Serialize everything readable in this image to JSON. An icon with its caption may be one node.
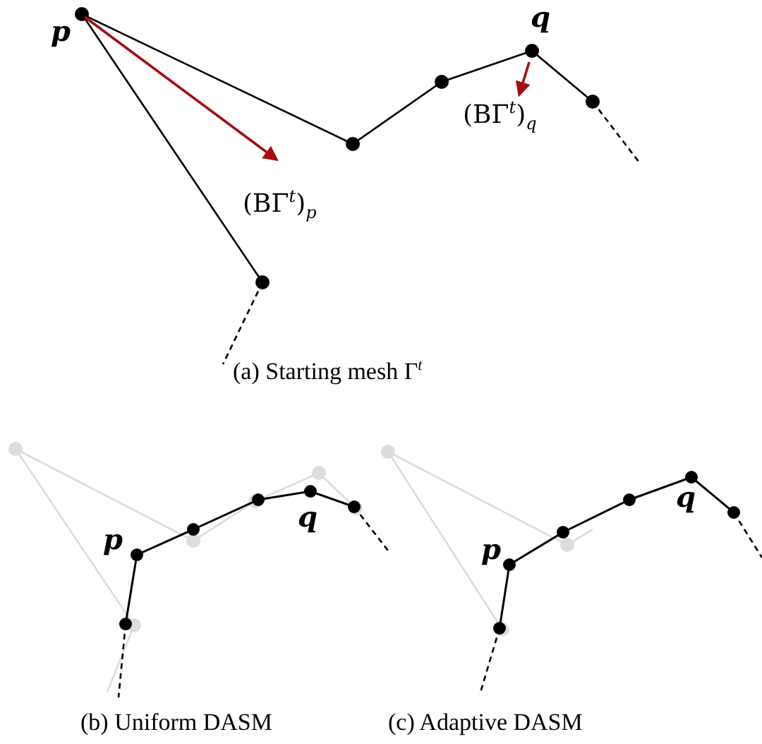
{
  "diagram": {
    "labels": [
      "p",
      "q",
      "(BΓ$^{t}$)$_{p}$",
      "(BΓ$^{t}$)$_{q}$",
      "(a) Starting mesh Γ$^{t}$",
      "p",
      "q",
      "p",
      "q",
      "(b) Uniform DASM",
      "(c) Adaptive DASM"
    ]
  }
}
